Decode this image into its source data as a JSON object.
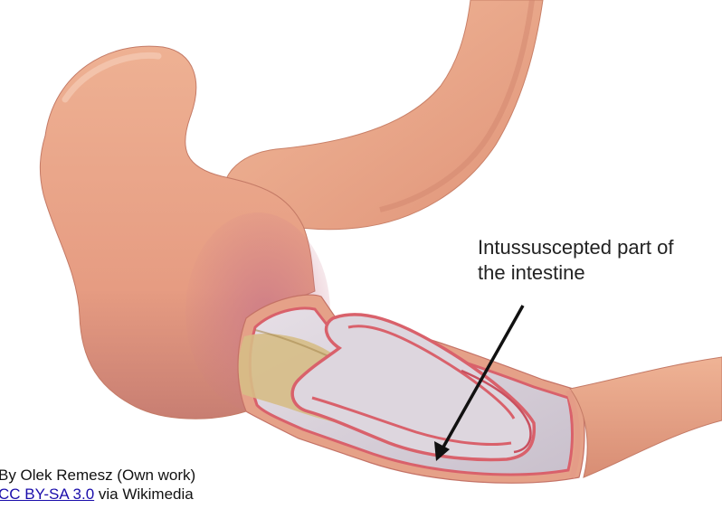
{
  "annotation": {
    "line1": "Intussuscepted part of",
    "line2": "the intestine"
  },
  "credit": {
    "author_line": "By Olek Remesz (Own work)",
    "license_link": "CC BY-SA 3.0",
    "via_text": " via Wikimedia"
  },
  "colors": {
    "intestine_fill": "#e8a487",
    "intestine_highlight": "#f3c1a6",
    "intestine_shadow": "#b76a55",
    "inner_lumen": "#d6cfd7",
    "fecal_content": "#d7c089",
    "mucosa_red": "#d9616b",
    "arrow": "#111111",
    "link": "#1a0dab"
  }
}
